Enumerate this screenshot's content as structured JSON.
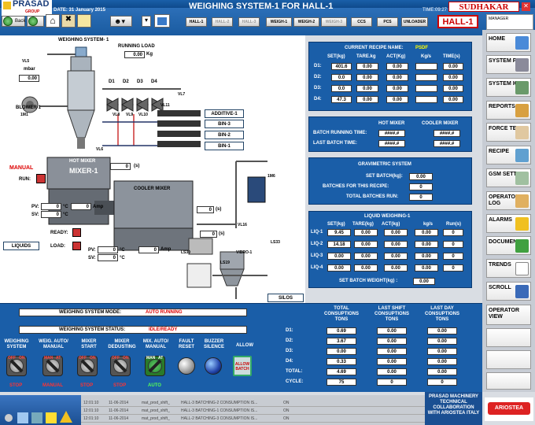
{
  "header": {
    "logo": "PRASAD",
    "logo_sub": "GROUP",
    "date": "DATE: 31 January 2015",
    "title": "WEIGHING SYSTEM-1 FOR HALL-1",
    "time": "TIME:09:27",
    "user": "SUDHAKAR",
    "hall": "HALL-1",
    "manager": "MANAGER"
  },
  "tabs": [
    "HALL-1",
    "HALL-2",
    "HALL-3",
    "WEIGH-1",
    "WEIGH-2",
    "WEIGH-3",
    "CCS",
    "PCS",
    "UNLOADER"
  ],
  "side": [
    "HOME",
    "SYSTEM PARA",
    "SYSTEM IO",
    "REPORTS",
    "FORCE TEST",
    "RECIPE",
    "GSM SETTING",
    "OPERATOR LOG",
    "ALARMS",
    "DOCUMENT",
    "TRENDS",
    "SCROLL",
    "OPERATOR VIEW"
  ],
  "plant": {
    "weighing_system": "WEIGHING SYSTEM- 1",
    "running_load": "RUNNING LOAD",
    "running_load_val": "0.00",
    "kg": "Kg",
    "mbar": "mbar",
    "mbar_val": "0.00",
    "vl5": "VL5",
    "blower": "BLOWER-1",
    "m1": "1M1",
    "d1": "D1",
    "d2": "D2",
    "d3": "D3",
    "d4": "D4",
    "vl7": "VL7",
    "vl8": "VL8",
    "vl9": "VL9",
    "vl10": "VL10",
    "vl11": "VL11",
    "vl6": "VL6",
    "additive": "ADDITIVE-1",
    "bin3": "BIN-3",
    "bin2": "BIN-2",
    "bin1": "BIN-1",
    "manual": "MANUAL",
    "run": "RUN:",
    "hot_mixer": "HOT MIXER",
    "mixer": "MIXER-1",
    "s_unit": "(s)",
    "cooler_mixer": "COOLER MIXER",
    "pv": "PV:",
    "sv": "SV:",
    "pv1": "0",
    "sv1": "0",
    "amp_val": "0",
    "amp": "Amp",
    "c": "°C",
    "ready": "READY:",
    "load": "LOAD:",
    "liquids": "LIQUIDS",
    "pv2": "0",
    "sv2": "0",
    "amp2": "0",
    "m6": "1M6",
    "s1": "0",
    "vl16": "VL16",
    "ls33": "LS33",
    "ls30": "LS30",
    "vibro": "VIBRO-1",
    "ls19": "LS19",
    "silos": "SILOS",
    "zero": "0"
  },
  "recipe": {
    "name_label": "CURRENT RECIPE NAME:",
    "name": "PSDF",
    "cols": [
      "SET(kg)",
      "TARE.kg",
      "ACT(Kg)",
      "Kg/s",
      "TIME(s)"
    ],
    "rows": [
      [
        "D1:",
        "401.6",
        "0.00",
        "0.00",
        "",
        "0.00"
      ],
      [
        "D2:",
        "0.0",
        "0.00",
        "0.00",
        "",
        "0.00"
      ],
      [
        "D3:",
        "0.0",
        "0.00",
        "0.00",
        "",
        "0.00"
      ],
      [
        "D4:",
        "47.3",
        "0.00",
        "0.00",
        "",
        "0.00"
      ]
    ]
  },
  "batch": {
    "hot": "HOT MIXER",
    "cooler": "COOLER MIXER",
    "running": "BATCH RUNNING TIME:",
    "last": "LAST BATCH TIME:",
    "v": "####.#"
  },
  "grav": {
    "title": "GRAVIMETRIC SYSTEM",
    "set": "SET BATCH(kg):",
    "set_v": "0.00",
    "for": "BATCHES FOR THIS RECIPE:",
    "for_v": "0",
    "total": "TOTAL BATCHES RUN:",
    "total_v": "0"
  },
  "liquid": {
    "title": "LIQUID WEIGHING-1",
    "cols": [
      "SET(kg)",
      "TARE(kg)",
      "ACT(kg)",
      "kg/s",
      "Run(s)"
    ],
    "rows": [
      [
        "LIQ-1",
        "9.45",
        "0.00",
        "0.00",
        "0.00",
        "0"
      ],
      [
        "LIQ-2",
        "14.18",
        "0.00",
        "0.00",
        "0.00",
        "0"
      ],
      [
        "LIQ-3",
        "0.00",
        "0.00",
        "0.00",
        "0.00",
        "0"
      ],
      [
        "LIQ-4",
        "0.00",
        "0.00",
        "0.00",
        "0.00",
        "0"
      ]
    ],
    "setw": "SET BATCH WEIGHT(kg) :",
    "setw_v": "0.00"
  },
  "mode": {
    "label": "WEIGHING SYSTEM MODE:",
    "value": "AUTO RUNNING",
    "status_label": "WEIGHING SYSTEM STATUS:",
    "status": "IDLE/READY"
  },
  "controls": [
    "WEIGHING SYSTEM",
    "WEIG. AUTO/ MANUAL",
    "MIXER START",
    "MIXER DEDUSTING",
    "MIX. AUTO/ MANUAL",
    "FAULT RESET",
    "BUZZER SILENCE",
    "ALLOW"
  ],
  "knob_tl": [
    "OFF",
    "ON",
    "MAN",
    "AT",
    "OFF",
    "ON",
    "OFF",
    "ON",
    "MAN",
    "AT"
  ],
  "knob_bottom": [
    "STOP",
    "MANUAL",
    "STOP",
    "STOP",
    "AUTO"
  ],
  "allow_batch": "ALLOW BATCH",
  "consumption": {
    "cols": [
      "TOTAL CONSUPTIONS TONS",
      "LAST SHIFT CONSUPTIONS TONS",
      "LAST DAY CONSUPTIONS TONS"
    ],
    "rows": [
      [
        "D1:",
        "0.69",
        "0.00",
        "0.00"
      ],
      [
        "D2:",
        "3.67",
        "0.00",
        "0.00"
      ],
      [
        "D3:",
        "0.00",
        "0.00",
        "0.00"
      ],
      [
        "D4:",
        "0.33",
        "0.00",
        "0.00"
      ],
      [
        "TOTAL:",
        "4.69",
        "0.00",
        "0.00"
      ],
      [
        "CYCLE:",
        "75",
        "0",
        "0"
      ]
    ]
  },
  "alarms": [
    [
      "12:01:10",
      "11-06-2014",
      "mat_prod_shift_",
      "HALL-3 BATCHING-2 CONSUMPTION IS...",
      "ON"
    ],
    [
      "12:01:10",
      "11-06-2014",
      "mat_prod_shift_",
      "HALL-3 BATCHING-1 CONSUMPTION IS...",
      "ON"
    ],
    [
      "12:01:10",
      "11-06-2014",
      "mat_prod_shift_",
      "HALL-2 BATCHING-3 CONSUMPTION IS...",
      "ON"
    ]
  ],
  "footer": {
    "collab": "PRASAD MACHINERY TECHNICAL COLLABORATION WITH ARIOSTEA ITALY",
    "ariostea": "ARIOSTEA"
  }
}
